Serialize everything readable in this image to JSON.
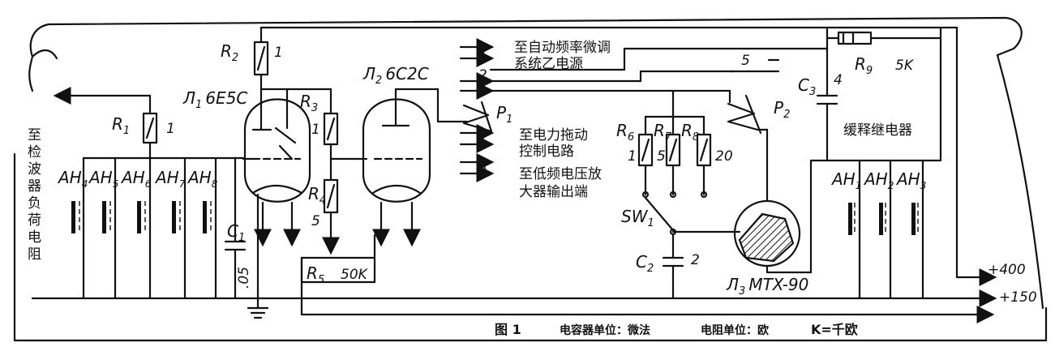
{
  "labels": {
    "r1": "R",
    "r1_sub": "1",
    "r1_val": "1",
    "r2": "R",
    "r2_sub": "2",
    "r2_val": "1",
    "r3": "R",
    "r3_sub": "3",
    "r3_val": "1",
    "r4": "R",
    "r4_sub": "4",
    "r4_val": "5",
    "r5": "R",
    "r5_sub": "5",
    "r5_val": "50K",
    "r6": "R",
    "r6_sub": "6",
    "r6_val": "1",
    "r7": "R",
    "r7_sub": "7",
    "r7_val": "5",
    "r8": "R",
    "r8_sub": "8",
    "r8_val": "20",
    "r9": "R",
    "r9_sub": "9",
    "r9_val": "5K",
    "c1": "C",
    "c1_sub": "1",
    "c1_val": ".05",
    "c2": "C",
    "c2_sub": "2",
    "c2_val": "2",
    "c3": "C",
    "c3_sub": "3",
    "c3_val": "4",
    "tube1": "Л",
    "tube1_sub": "1",
    "tube1_type": "6E5C",
    "tube2": "Л",
    "tube2_sub": "2",
    "tube2_type": "6C2C",
    "tube3": "Л",
    "tube3_sub": "3",
    "tube3_type": "MTX-90",
    "p1": "P",
    "p1_sub": "1",
    "p2": "P",
    "p2_sub": "2",
    "sw1": "SW",
    "sw1_sub": "1",
    "ah1": "AH",
    "ah1_sub": "1",
    "ah2": "AH",
    "ah2_sub": "2",
    "ah3": "AH",
    "ah3_sub": "3",
    "ah4": "AH",
    "ah4_sub": "4",
    "ah5": "AH",
    "ah5_sub": "5",
    "ah6": "AH",
    "ah6_sub": "6",
    "ah7": "AH",
    "ah7_sub": "7",
    "ah8": "AH",
    "ah8_sub": "8"
  },
  "terminals": {
    "t4": "4",
    "t2": "2",
    "t5": "5",
    "t1": "1",
    "t3": "3",
    "dest_afc_line1": "至自动频率微调",
    "dest_afc_line2": "系统乙电源",
    "dest_motor_line1": "至电力拖动",
    "dest_motor_line2": "控制电路",
    "dest_audio_line1": "至低频电压放",
    "dest_audio_line2": "大器输出端",
    "left_dest": [
      "至",
      "检",
      "波",
      "器",
      "负",
      "荷",
      "电",
      "阻"
    ],
    "relay_bank": "缓释继电器"
  },
  "supply": {
    "plus400": "+400",
    "plus150": "+150"
  },
  "caption": {
    "figure": "图 1",
    "cap_unit": "电容器单位：微法",
    "res_unit": "电阻单位：欧",
    "k_note": "K=千欧"
  }
}
